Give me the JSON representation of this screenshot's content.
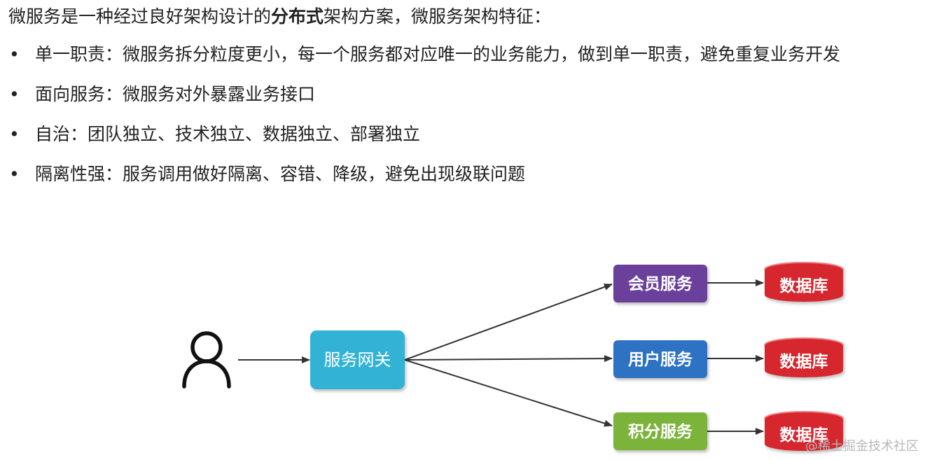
{
  "intro": {
    "before": "微服务是一种经过良好架构设计的",
    "bold": "分布式",
    "after": "架构方案，微服务架构特征："
  },
  "bullets": [
    {
      "marker": "•",
      "text": "单一职责：微服务拆分粒度更小，每一个服务都对应唯一的业务能力，做到单一职责，避免重复业务开发"
    },
    {
      "marker": "•",
      "text": "面向服务：微服务对外暴露业务接口"
    },
    {
      "marker": "•",
      "text": "自治：团队独立、技术独立、数据独立、部署独立"
    },
    {
      "marker": "•",
      "text": "隔离性强：服务调用做好隔离、容错、降级，避免出现级联问题"
    }
  ],
  "diagram": {
    "user": {
      "icon": "user-icon"
    },
    "gateway": {
      "label": "服务网关",
      "color": "#33b3d6"
    },
    "services": [
      {
        "label": "会员服务",
        "color": "#6a3f9b"
      },
      {
        "label": "用户服务",
        "color": "#2f72c4"
      },
      {
        "label": "积分服务",
        "color": "#7cb33a"
      }
    ],
    "databases": [
      {
        "label": "数据库",
        "color": "#d6282e"
      },
      {
        "label": "数据库",
        "color": "#d6282e"
      },
      {
        "label": "数据库",
        "color": "#d6282e"
      }
    ]
  },
  "watermark": "@稀土掘金技术社区"
}
